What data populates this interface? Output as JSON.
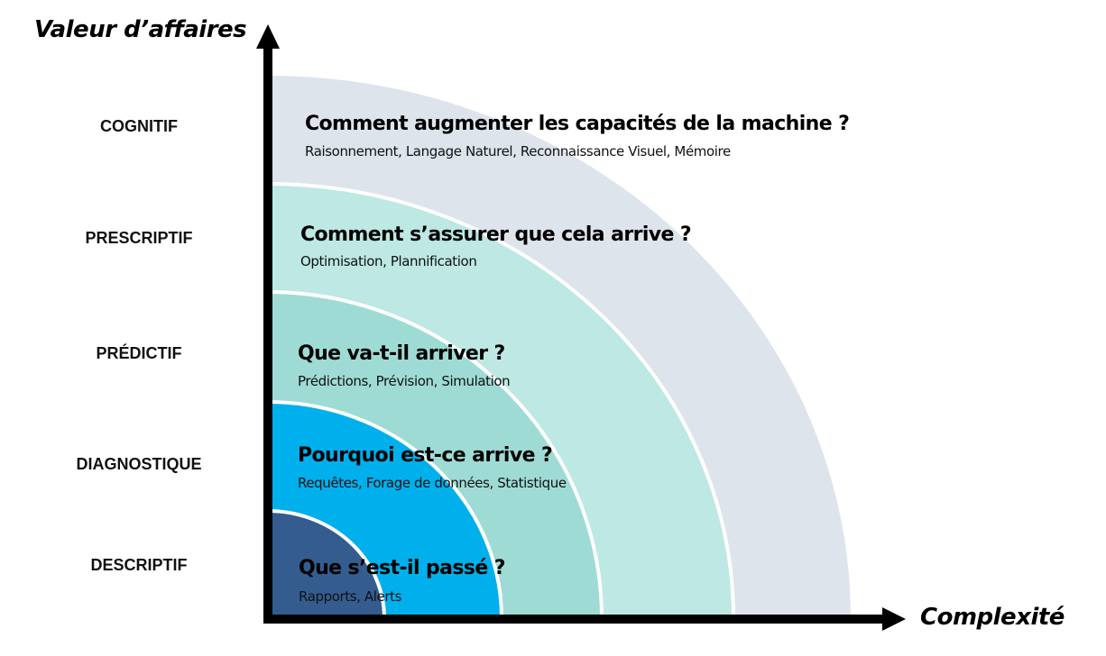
{
  "axes": {
    "y_label": "Valeur d’affaires",
    "x_label": "Complexité"
  },
  "colors": {
    "cognitif": "#dde4ec",
    "prescriptif": "#bde8e3",
    "predictif": "#9fdbd5",
    "diagnostique": "#00b0ec",
    "descriptif": "#345c8f",
    "axis": "#000000"
  },
  "levels": [
    {
      "name": "COGNITIF",
      "question": "Comment augmenter les capacités de la machine ?",
      "details": "Raisonnement, Langage Naturel, Reconnaissance Visuel, Mémoire"
    },
    {
      "name": "PRESCRIPTIF",
      "question": "Comment s’assurer que cela arrive ?",
      "details": "Optimisation, Plannification"
    },
    {
      "name": "PRÉDICTIF",
      "question": "Que va-t-il arriver ?",
      "details": "Prédictions, Prévision, Simulation"
    },
    {
      "name": "DIAGNOSTIQUE",
      "question": "Pourquoi est-ce arrive ?",
      "details": "Requêtes, Forage de données, Statistique"
    },
    {
      "name": "DESCRIPTIF",
      "question": "Que s’est-il passé ?",
      "details": "Rapports, Alerts"
    }
  ]
}
